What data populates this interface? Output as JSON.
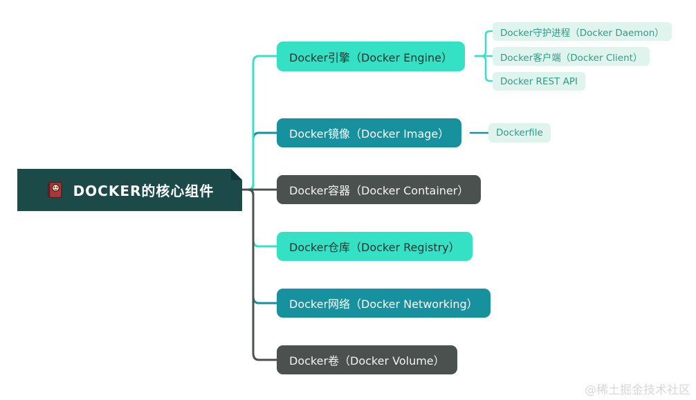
{
  "root": {
    "label": "DOCKER的核心组件",
    "icon": "notebook-icon"
  },
  "branches": [
    {
      "label": "Docker引擎（Docker Engine）",
      "style": "turquoise",
      "children": [
        {
          "label": "Docker守护进程（Docker Daemon）"
        },
        {
          "label": "Docker客户端（Docker Client）"
        },
        {
          "label": "Docker REST API"
        }
      ]
    },
    {
      "label": "Docker镜像（Docker Image）",
      "style": "teal",
      "children": [
        {
          "label": "Dockerfile"
        }
      ]
    },
    {
      "label": "Docker容器（Docker Container）",
      "style": "dark",
      "children": []
    },
    {
      "label": "Docker仓库（Docker Registry）",
      "style": "turquoise",
      "children": []
    },
    {
      "label": "Docker网络（Docker Networking）",
      "style": "teal",
      "children": []
    },
    {
      "label": "Docker卷（Docker Volume）",
      "style": "dark",
      "children": []
    }
  ],
  "watermark": "@稀土掘金技术社区",
  "colors": {
    "center_bg": "#1b4a49",
    "center_fold": "#0d3938",
    "turquoise": "#35e1c4",
    "turquoise_text": "#16352f",
    "teal": "#17919e",
    "dark_slate": "#4a514e",
    "sub_bg": "#def4ec",
    "sub_text": "#2f9c8a",
    "watermark_text": "#d8d8d8"
  }
}
